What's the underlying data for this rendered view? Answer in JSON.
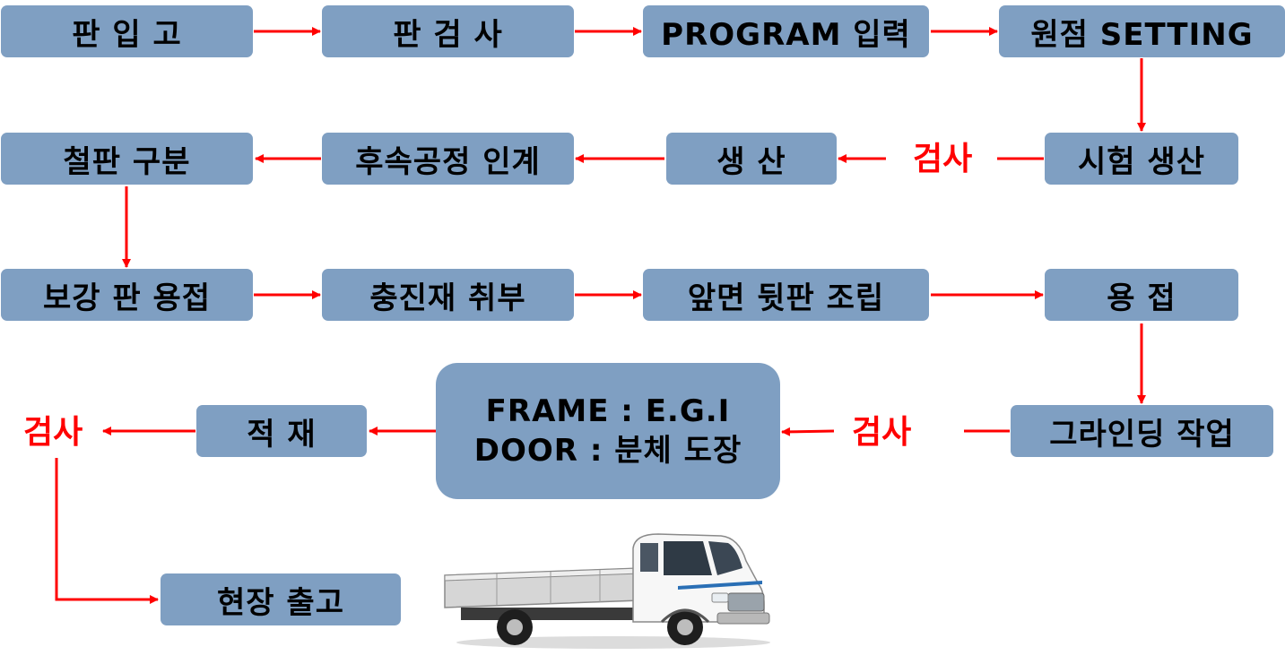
{
  "steps": {
    "s1": "판 입 고",
    "s2": "판 검 사",
    "s3": "PROGRAM 입력",
    "s4": "원점 SETTING",
    "s5": "시험 생산",
    "s6": "생 산",
    "s7": "후속공정 인계",
    "s8": "철판 구분",
    "s9": "보강 판 용접",
    "s10": "충진재 취부",
    "s11": "앞면 뒷판 조립",
    "s12": "용 접",
    "s13": "그라인딩 작업",
    "s14_line1": "FRAME : E.G.I",
    "s14_line2": "DOOR : 분체 도장",
    "s15": "적 재",
    "s16": "현장 출고"
  },
  "inspection_label": "검사",
  "colors": {
    "box": "#7f9fc2",
    "arrow": "#ff0000",
    "inspection": "#ff0000"
  },
  "illustration": "truck-image"
}
